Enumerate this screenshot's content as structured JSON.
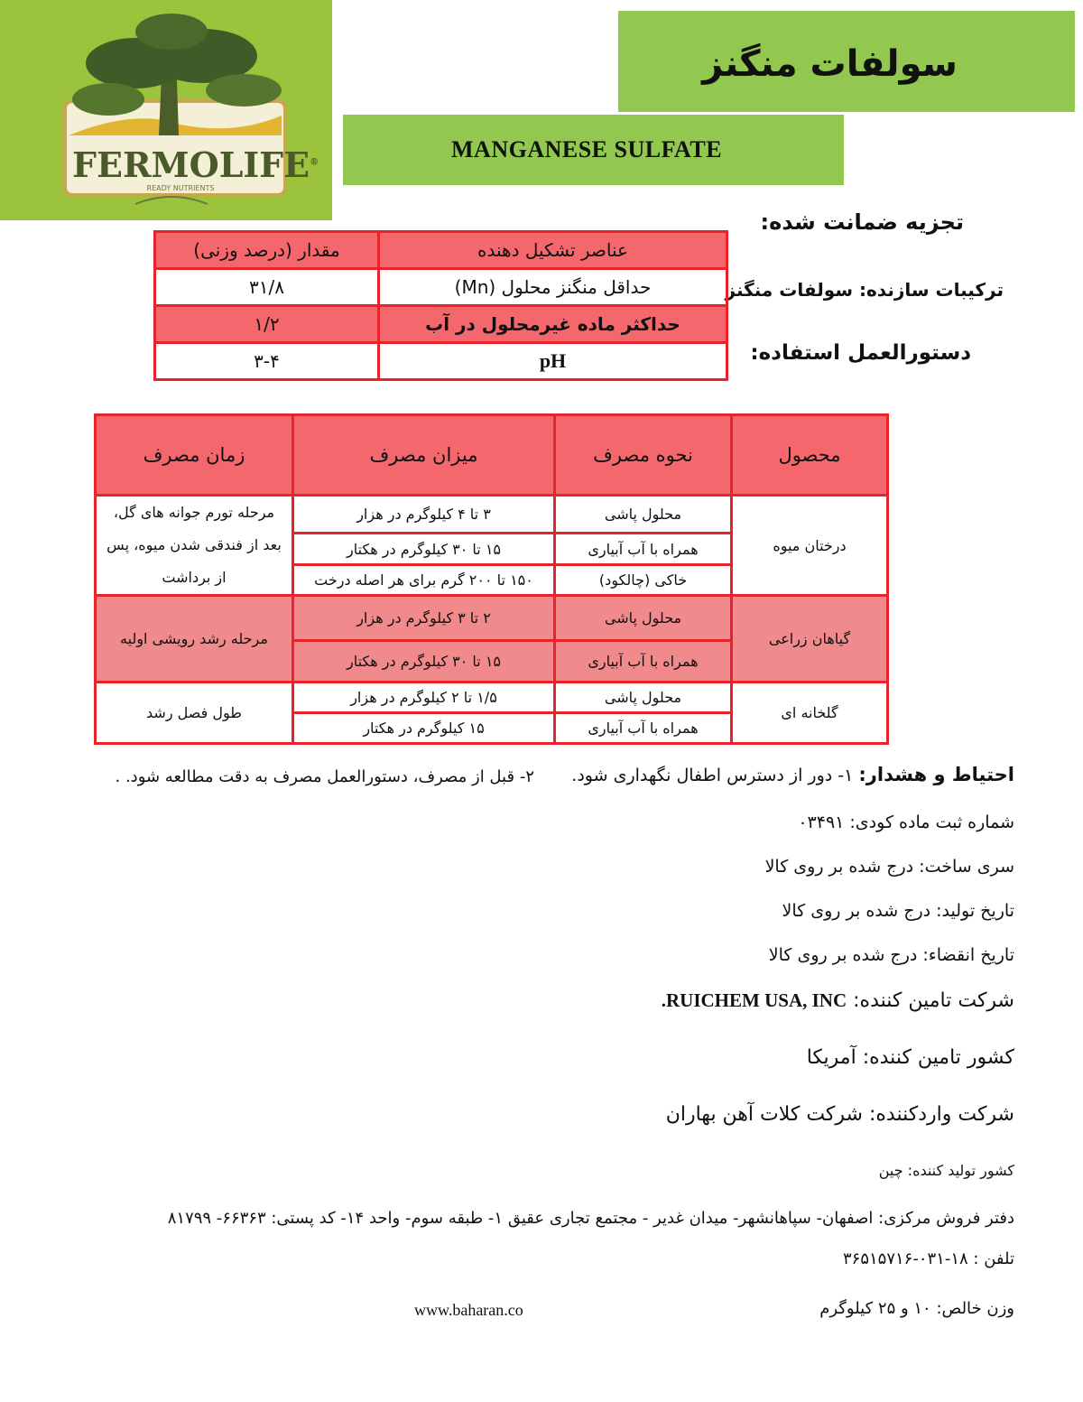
{
  "logo": {
    "brand": "FERMOLIFE",
    "registered": "®",
    "tagline": "READY NUTRIENTS"
  },
  "title_fa": "سولفات منگنز",
  "title_en": "MANGANESE SULFATE",
  "side": {
    "guaranteed": "تجزیه ضمانت شده:",
    "ingredients": "ترکیبات سازنده: سولفات منگنز",
    "usage": "دستورالعمل استفاده:"
  },
  "composition": {
    "headers": [
      "عناصر تشکیل دهنده",
      "مقدار (درصد وزنی)"
    ],
    "rows": [
      [
        "حداقل منگنز محلول (Mn)",
        "۳۱/۸"
      ],
      [
        "حداکثر ماده غیرمحلول در آب",
        "۱/۲"
      ],
      [
        "pH",
        "۳-۴"
      ]
    ]
  },
  "usage_table": {
    "headers": [
      "محصول",
      "نحوه مصرف",
      "میزان مصرف",
      "زمان مصرف"
    ],
    "groups": [
      {
        "product": "درختان میوه",
        "time": [
          "مرحله تورم جوانه های گل،",
          "بعد از فندقی شدن میوه، پس",
          "از برداشت"
        ],
        "rows": [
          [
            "محلول پاشی",
            "۳ تا ۴ کیلوگرم در هزار"
          ],
          [
            "همراه با آب آبیاری",
            "۱۵ تا ۳۰ کیلوگرم در هکتار"
          ],
          [
            "خاکی (چالکود)",
            "۱۵۰ تا ۲۰۰ گرم برای هر اصله درخت"
          ]
        ]
      },
      {
        "product": "گیاهان زراعی",
        "time": [
          "مرحله رشد رویشی اولیه"
        ],
        "rows": [
          [
            "محلول پاشی",
            "۲ تا ۳ کیلوگرم در هزار"
          ],
          [
            "همراه با آب آبیاری",
            "۱۵ تا ۳۰ کیلوگرم در هکتار"
          ]
        ]
      },
      {
        "product": "گلخانه ای",
        "time": [
          "طول فصل رشد"
        ],
        "rows": [
          [
            "محلول پاشی",
            "۱/۵ تا ۲ کیلوگرم در هزار"
          ],
          [
            "همراه با آب آبیاری",
            "۱۵ کیلوگرم در هکتار"
          ]
        ]
      }
    ]
  },
  "warning": {
    "label": "احتیاط و هشدار:",
    "item1": "۱- دور از دسترس اطفال نگهداری شود.",
    "item2": "۲- قبل از مصرف، دستورالعمل مصرف به دقت مطالعه شود. ."
  },
  "info": {
    "reg_no": "شماره ثبت ماده کودی: ۰۳۴۹۱",
    "series": "سری ساخت: درج شده بر روی کالا",
    "prod_date": "تاریخ تولید: درج شده بر روی کالا",
    "exp_date": "تاریخ انقضاء: درج شده بر روی کالا",
    "supplier_label": "شرکت تامین کننده:",
    "supplier_name": "RUICHEM USA, INC.",
    "supplier_country": "کشور تامین کننده: آمریکا",
    "importer": "شرکت واردکننده: شرکت کلات آهن بهاران",
    "maker_country": "کشور تولید کننده: چین",
    "office": "دفتر فروش مرکزی: اصفهان- سپاهانشهر- میدان غدیر - مجتمع تجاری عقیق ۱- طبقه سوم- واحد ۱۴- کد پستی: ۶۶۳۶۳- ۸۱۷۹۹",
    "phone": "تلفن : ۱۸-۰۳۱-۳۶۵۱۵۷۱۶",
    "weight": "وزن خالص: ۱۰ و ۲۵ کیلوگرم",
    "website": "www.baharan.co"
  }
}
